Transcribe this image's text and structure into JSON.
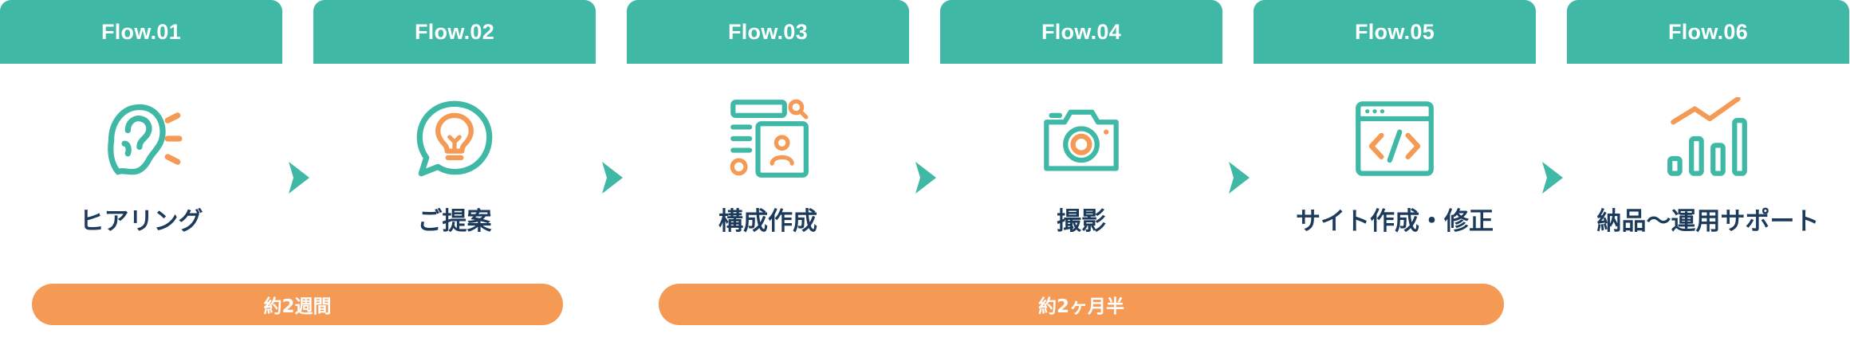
{
  "colors": {
    "teal": "#3fb8a6",
    "orange": "#f49a54",
    "navy": "#1b3a5c",
    "white": "#ffffff"
  },
  "flow": [
    {
      "header": "Flow.01",
      "label": "ヒアリング",
      "icon": "ear-icon"
    },
    {
      "header": "Flow.02",
      "label": "ご提案",
      "icon": "lightbulb-chat-icon"
    },
    {
      "header": "Flow.03",
      "label": "構成作成",
      "icon": "layout-wireframe-icon"
    },
    {
      "header": "Flow.04",
      "label": "撮影",
      "icon": "camera-icon"
    },
    {
      "header": "Flow.05",
      "label": "サイト作成・修正",
      "icon": "code-window-icon"
    },
    {
      "header": "Flow.06",
      "label": "納品〜運用サポート",
      "icon": "growth-chart-icon"
    }
  ],
  "durations": [
    {
      "label": "約2週間"
    },
    {
      "label": "約2ヶ月半"
    }
  ]
}
